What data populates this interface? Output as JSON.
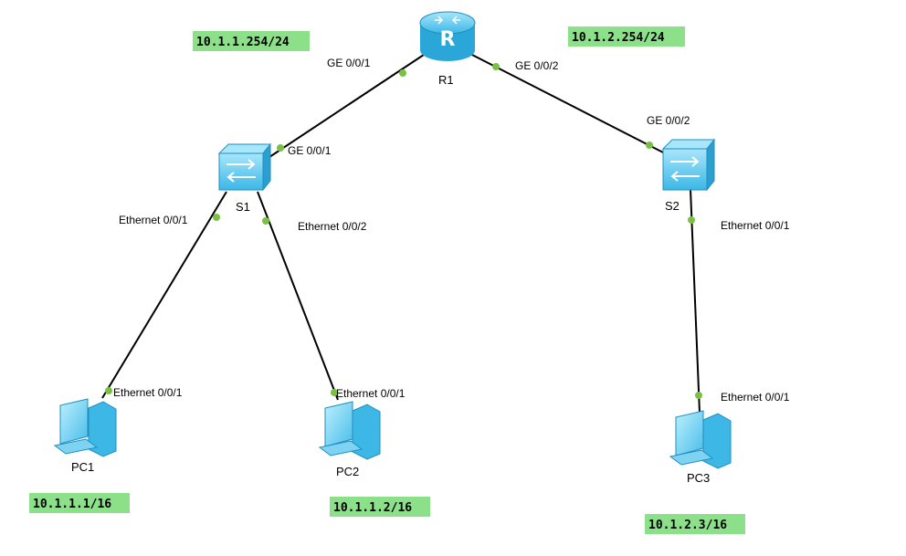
{
  "colors": {
    "ip_box": "#8ce08a",
    "port_dot": "#7ac143",
    "device_body": "#5cc8ee",
    "device_dark": "#2a9fd0",
    "link": "#000000"
  },
  "devices": {
    "r1": {
      "label": "R1",
      "icon": "router-icon"
    },
    "s1": {
      "label": "S1",
      "icon": "switch-icon"
    },
    "s2": {
      "label": "S2",
      "icon": "switch-icon"
    },
    "pc1": {
      "label": "PC1",
      "icon": "pc-icon"
    },
    "pc2": {
      "label": "PC2",
      "icon": "pc-icon"
    },
    "pc3": {
      "label": "PC3",
      "icon": "pc-icon"
    }
  },
  "ports": {
    "r1_ge001": "GE 0/0/1",
    "r1_ge002": "GE 0/0/2",
    "s1_ge001": "GE 0/0/1",
    "s2_ge002": "GE 0/0/2",
    "s1_eth001": "Ethernet 0/0/1",
    "s1_eth002": "Ethernet 0/0/2",
    "s2_eth001": "Ethernet 0/0/1",
    "pc1_eth001": "Ethernet 0/0/1",
    "pc2_eth001": "Ethernet 0/0/1",
    "pc3_eth001": "Ethernet 0/0/1"
  },
  "ip_labels": {
    "r1_ge001": "10.1.1.254/24",
    "r1_ge002": "10.1.2.254/24",
    "pc1": "10.1.1.1/16",
    "pc2": "10.1.1.2/16",
    "pc3": "10.1.2.3/16"
  }
}
